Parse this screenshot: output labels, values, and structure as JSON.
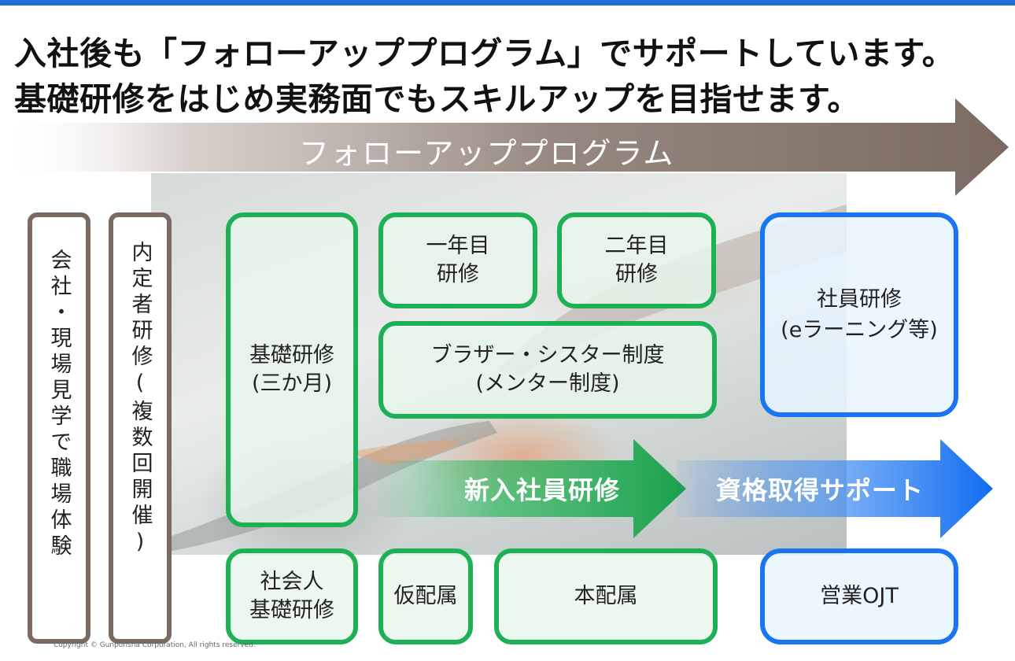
{
  "title": {
    "line1": "入社後も「フォローアッププログラム」でサポートしています。",
    "line2": "基礎研修をはじめ実務面でもスキルアップを目指せます。"
  },
  "program_arrow": {
    "label": "フォローアッププログラム"
  },
  "vertical_boxes": {
    "company_visit": "会社・現場見学で職場体験",
    "naitei": "内定者研修(複数回開催)"
  },
  "boxes": {
    "kiso": {
      "line1": "基礎研修",
      "line2": "(三か月)"
    },
    "year1": {
      "line1": "一年目",
      "line2": "研修"
    },
    "year2": {
      "line1": "二年目",
      "line2": "研修"
    },
    "brother": {
      "line1": "ブラザー・シスター制度",
      "line2": "(メンター制度)"
    },
    "employee": {
      "line1": "社員研修",
      "line2": "(eラーニング等)"
    },
    "shakaijin": {
      "line1": "社会人",
      "line2": "基礎研修"
    },
    "karihaizoku": "仮配属",
    "honhaizoku": "本配属",
    "ojt": "営業OJT"
  },
  "arrows": {
    "newhire": "新入社員研修",
    "shikaku": "資格取得サポート"
  },
  "copyright": "Copyright © Gunponsha Corporation, All rights reserved.",
  "colors": {
    "accent_blue": "#1a75f0",
    "accent_green": "#1db054",
    "brown": "#7a6a62"
  }
}
